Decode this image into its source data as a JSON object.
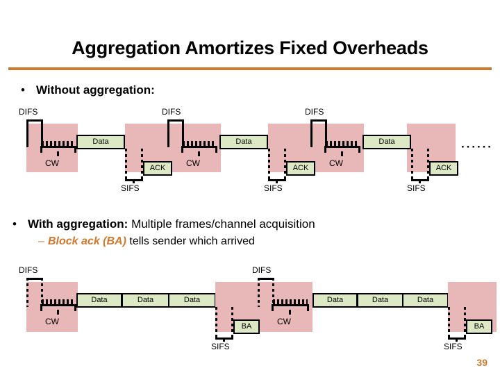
{
  "slide": {
    "title": "Aggregation Amortizes Fixed Overheads",
    "accent_color": "#d2782e",
    "page_number": "39"
  },
  "bullets": [
    {
      "marker": "•",
      "text": "Without aggregation:"
    }
  ],
  "bullet2": {
    "marker": "•",
    "bold_text": "With aggregation:",
    "rest_text": " Multiple frames/channel acquisition",
    "sub_marker": "–",
    "sub_em": "Block ack (BA)",
    "sub_rest": " tells sender which arrived"
  },
  "legend": {
    "difs": "DIFS",
    "sifs": "SIFS",
    "cw": "CW",
    "data": "Data",
    "ack": "ACK",
    "ba": "BA",
    "ellipsis": "······"
  },
  "colors": {
    "busy_medium": "#e8b7b7",
    "frame_fill": "#dde9c5",
    "accent": "#d2782e",
    "wedge": "#e8c9a8"
  },
  "diagram1": {
    "caption": "Without aggregation timing diagram",
    "cycles": [
      {
        "difs": "DIFS",
        "cw": "CW",
        "data": [
          "Data"
        ],
        "sifs": "SIFS",
        "ack": "ACK"
      },
      {
        "difs": "DIFS",
        "cw": "CW",
        "data": [
          "Data"
        ],
        "sifs": "SIFS",
        "ack": "ACK"
      },
      {
        "difs": "DIFS",
        "cw": "CW",
        "data": [
          "Data"
        ],
        "sifs": "SIFS",
        "ack": "ACK"
      }
    ]
  },
  "diagram2": {
    "caption": "With aggregation timing diagram",
    "cycles": [
      {
        "difs": "DIFS",
        "cw": "CW",
        "data": [
          "Data",
          "Data",
          "Data"
        ],
        "sifs": "SIFS",
        "ack": "BA"
      },
      {
        "difs": "DIFS",
        "cw": "CW",
        "data": [
          "Data",
          "Data",
          "Data"
        ],
        "sifs": "SIFS",
        "ack": "BA"
      }
    ]
  }
}
